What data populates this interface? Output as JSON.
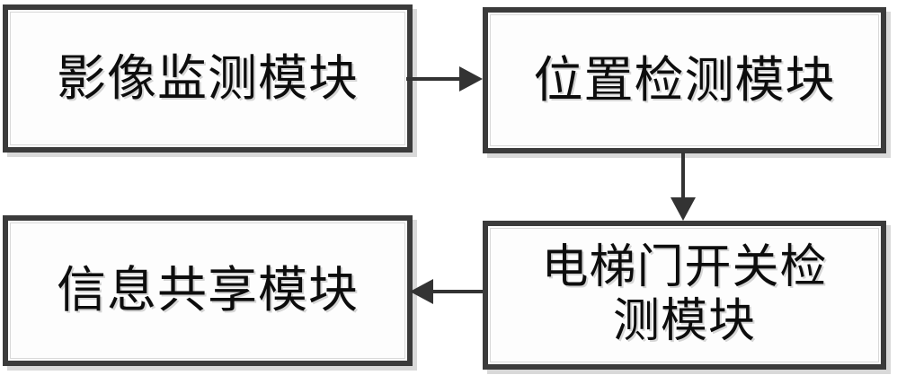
{
  "diagram": {
    "title": "",
    "type": "flowchart",
    "colors": {
      "box_border": "#3b3b3b",
      "box_fill": "#fdfdfd",
      "text": "#0d0d0d",
      "connector": "#333333",
      "shadow": "#9b9b9b",
      "background": "#ffffff"
    },
    "nodes": [
      {
        "id": "image-monitor",
        "label": "影像监测模块",
        "position": "top-left"
      },
      {
        "id": "position-detect",
        "label": "位置检测模块",
        "position": "top-right"
      },
      {
        "id": "door-detect",
        "label": "电梯门开关检\n测模块",
        "position": "bottom-right"
      },
      {
        "id": "info-share",
        "label": "信息共享模块",
        "position": "bottom-left"
      }
    ],
    "connectors": [
      {
        "id": "monitor-to-position",
        "from": "image-monitor",
        "to": "position-detect",
        "direction": "right",
        "arrow": "arrow-right-icon"
      },
      {
        "id": "position-to-door",
        "from": "position-detect",
        "to": "door-detect",
        "direction": "down",
        "arrow": "arrow-down-icon"
      },
      {
        "id": "door-to-info",
        "from": "door-detect",
        "to": "info-share",
        "direction": "left",
        "arrow": "arrow-left-icon"
      }
    ]
  }
}
